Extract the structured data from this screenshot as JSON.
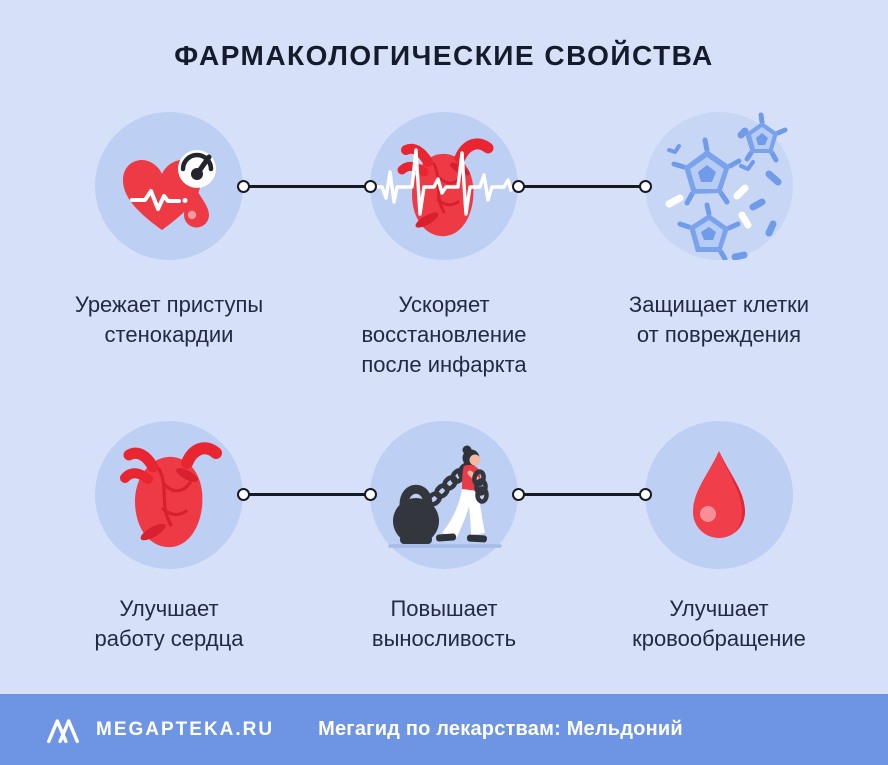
{
  "page": {
    "title": "ФАРМАКОЛОГИЧЕСКИЕ СВОЙСТВА"
  },
  "properties": [
    {
      "label": "Урежает приступы\nстенокардии",
      "icon": "heart-ecg-gauge-icon"
    },
    {
      "label": "Ускоряет\nвосстановление\nпосле инфаркта",
      "icon": "anatomical-heart-cardiogram-icon"
    },
    {
      "label": "Защищает клетки\nот повреждения",
      "icon": "cells-microscope-icon"
    },
    {
      "label": "Улучшает\nработу сердца",
      "icon": "anatomical-heart-icon"
    },
    {
      "label": "Повышает\nвыносливость",
      "icon": "woman-pulling-kettlebell-icon"
    },
    {
      "label": "Улучшает\nкровообращение",
      "icon": "blood-drop-icon"
    }
  ],
  "footer": {
    "brand": "MEGAPTEKA.RU",
    "caption": "Мегагид по лекарствам: Мельдоний"
  },
  "colors": {
    "background": "#d6e0f8",
    "bubble": "#bdcff2",
    "bubble_light": "#c7d6f5",
    "footer_bar": "#6e95e4",
    "accent_red": "#ee3a45",
    "accent_red_dark": "#d8202f",
    "cell_blue": "#6f9be9",
    "text_dark": "#232a40",
    "connector_line": "#171a21"
  }
}
